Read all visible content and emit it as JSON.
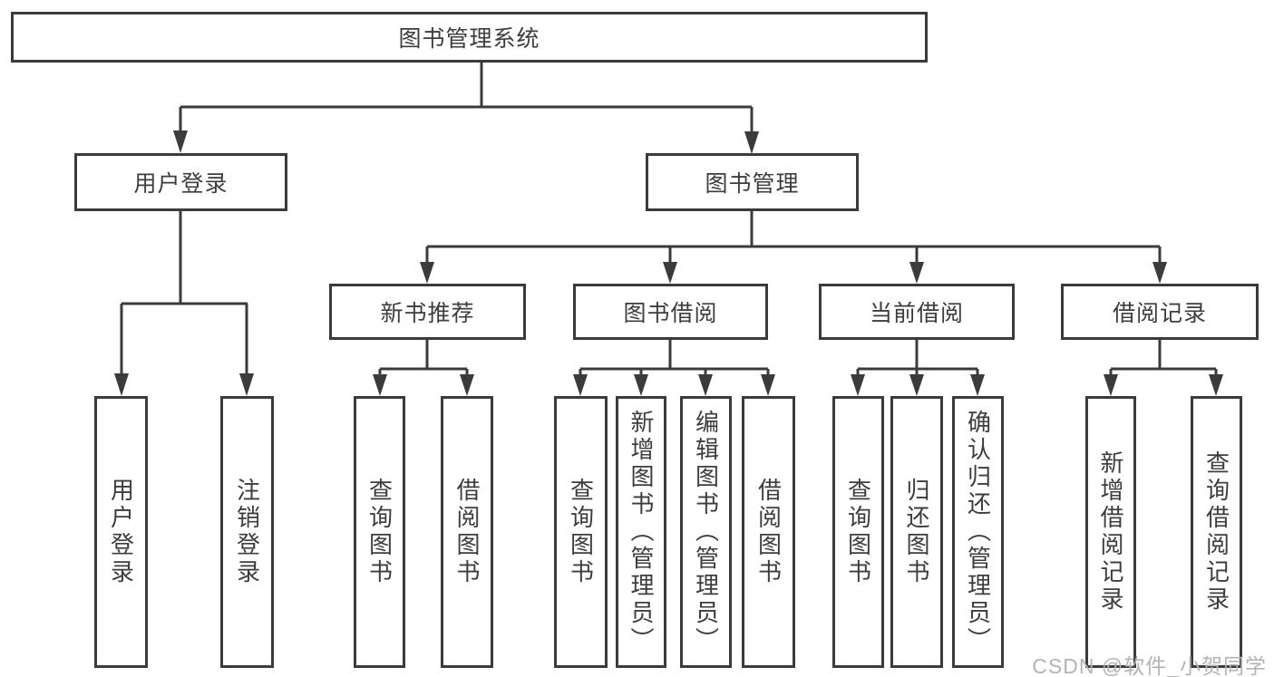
{
  "diagram": {
    "type": "hierarchy-diagram",
    "watermark": "CSDN @软件_小贺同学",
    "colors": {
      "line": "#3b3b3b",
      "box_border": "#3b3b3b",
      "text": "#3d3d3d",
      "watermark": "#b3b3b3",
      "background": "#ffffff"
    },
    "tree": {
      "label": "图书管理系统",
      "children": [
        {
          "label": "用户登录",
          "children": [
            {
              "label": "用户登录"
            },
            {
              "label": "注销登录"
            }
          ]
        },
        {
          "label": "图书管理",
          "children": [
            {
              "label": "新书推荐",
              "children": [
                {
                  "label": "查询图书"
                },
                {
                  "label": "借阅图书"
                }
              ]
            },
            {
              "label": "图书借阅",
              "children": [
                {
                  "label": "查询图书"
                },
                {
                  "label": "新增图书（管理员）"
                },
                {
                  "label": "编辑图书（管理员）"
                },
                {
                  "label": "借阅图书"
                }
              ]
            },
            {
              "label": "当前借阅",
              "children": [
                {
                  "label": "查询图书"
                },
                {
                  "label": "归还图书"
                },
                {
                  "label": "确认归还（管理员）"
                }
              ]
            },
            {
              "label": "借阅记录",
              "children": [
                {
                  "label": "新增借阅记录"
                },
                {
                  "label": "查询借阅记录"
                }
              ]
            }
          ]
        }
      ]
    }
  }
}
